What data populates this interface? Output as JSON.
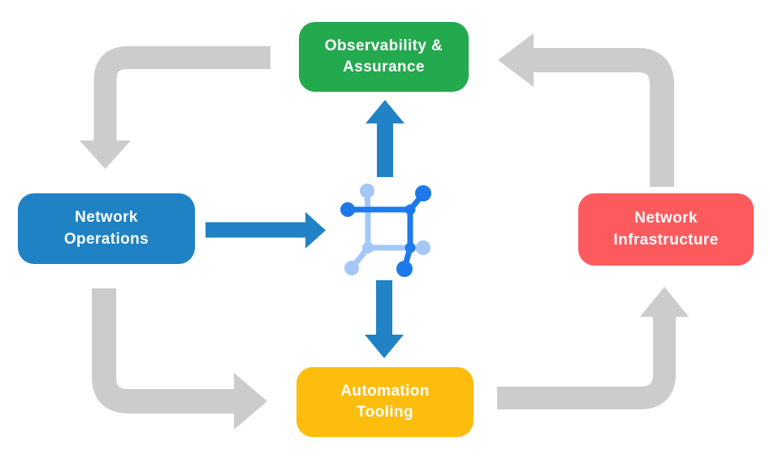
{
  "colors": {
    "background": "#ffffff",
    "green": "#23a94e",
    "blue": "#1f82c4",
    "red": "#fd5a5e",
    "yellow": "#fcbd0e",
    "gray_arrow": "#cccccc",
    "blue_arrow": "#2182c6",
    "icon_dark": "#1e79ea",
    "icon_light": "#a4c7f8",
    "label_text": "#ffffff"
  },
  "nodes": {
    "observability": {
      "label": "Observability &\nAssurance"
    },
    "operations": {
      "label": "Network\nOperations"
    },
    "infrastructure": {
      "label": "Network\nInfrastructure"
    },
    "automation": {
      "label": "Automation\nTooling"
    }
  },
  "arrows": {
    "gray_cycle": [
      {
        "from": "observability",
        "to": "operations"
      },
      {
        "from": "operations",
        "to": "automation"
      },
      {
        "from": "automation",
        "to": "infrastructure"
      },
      {
        "from": "infrastructure",
        "to": "observability"
      }
    ],
    "blue_links": [
      {
        "from": "operations",
        "to": "network-fabric-icon"
      },
      {
        "from": "network-fabric-icon",
        "to": "observability"
      },
      {
        "from": "network-fabric-icon",
        "to": "automation"
      }
    ]
  },
  "icon": {
    "name": "network-fabric-icon"
  }
}
